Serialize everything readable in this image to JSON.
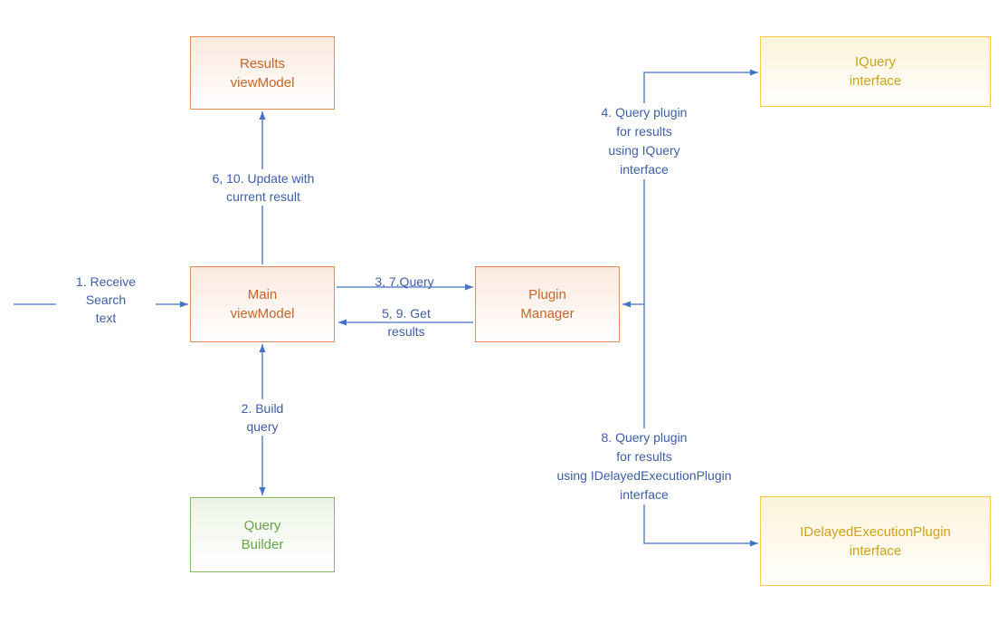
{
  "colors": {
    "arrow": "#4472C4",
    "edge_label_text": "#3C5DA8",
    "orange_border": "#ED8A4F",
    "orange_text": "#C86428",
    "gold_border": "#FFC942",
    "gold_text": "#CFA117",
    "green_border": "#84BC61",
    "green_text": "#63A744"
  },
  "nodes": {
    "results": {
      "label": "Results\nviewModel"
    },
    "iquery": {
      "label": "IQuery\ninterface"
    },
    "main": {
      "label": "Main\nviewModel"
    },
    "plugin_manager": {
      "label": "Plugin\nManager"
    },
    "query_builder": {
      "label": "Query\nBuilder"
    },
    "idelayed": {
      "label": "IDelayedExecutionPlugin\ninterface"
    }
  },
  "edges": {
    "receive": {
      "label": "1. Receive\nSearch\ntext"
    },
    "build": {
      "label": "2. Build\nquery"
    },
    "query": {
      "label": "3, 7.Query"
    },
    "query_iquery": {
      "label": "4. Query plugin\nfor results\nusing IQuery\ninterface"
    },
    "get_results": {
      "label": "5, 9. Get\nresults"
    },
    "update": {
      "label": "6, 10. Update with\ncurrent result"
    },
    "query_idelayed": {
      "label": "8. Query plugin\nfor results\nusing IDelayedExecutionPlugin\ninterface"
    }
  }
}
